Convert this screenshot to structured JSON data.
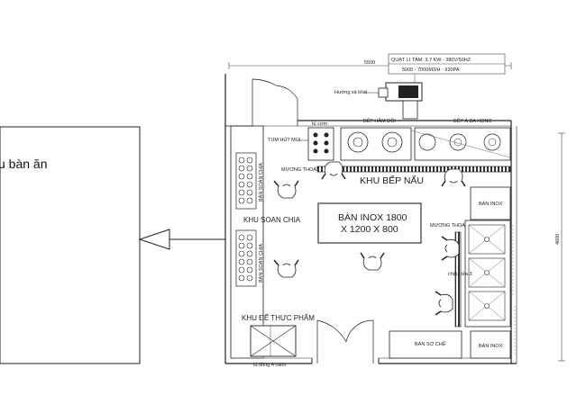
{
  "dining": {
    "label": "u bàn ăn"
  },
  "dimensions": {
    "width": "5500",
    "height": "4600"
  },
  "exhaust_fan": {
    "spec_line_1": "QUẠT LI TÂM: 3.7 KW - 380V/50HZ",
    "spec_line_2": "5000 - 7000M3/H - 930PA",
    "direction_label": "Hướng xả khói"
  },
  "equipment": {
    "rice_cabinet": "tủ cơm",
    "double_stock_stove": "BẾP HẦM ĐÔI",
    "three_burner_stove": "BẾP Á BA HỌNG",
    "exhaust_hood": "TUM HÚT MÙI",
    "drain_channel_top": "MƯƠNG THOÁT SÀN",
    "drain_channel_right": "MƯƠNG THOÁT SÀN",
    "cooking_zone": "KHU BẾP NẤU",
    "prep_table_1": "BÀN SOẠN CHIA",
    "prep_table_2": "BÀN SOẠN CHIA",
    "prep_zone": "KHU SOẠN CHIA",
    "center_table_line1": "BÀN INOX 1800",
    "center_table_line2": "X 1200 X 800",
    "sink_label": "chậu rửa 3",
    "stainless_table_top": "BÀN INOX",
    "stainless_table_bottom": "BÀN INOX",
    "pre_processing_table": "BÀN SƠ CHẾ",
    "food_storage_zone": "KHU ĐỂ THỰC PHẨM",
    "four_door_fridge": "tủ đông 4 cánh"
  },
  "colors": {
    "line": "#222222",
    "fill": "#ffffff",
    "drain": "#333333"
  }
}
